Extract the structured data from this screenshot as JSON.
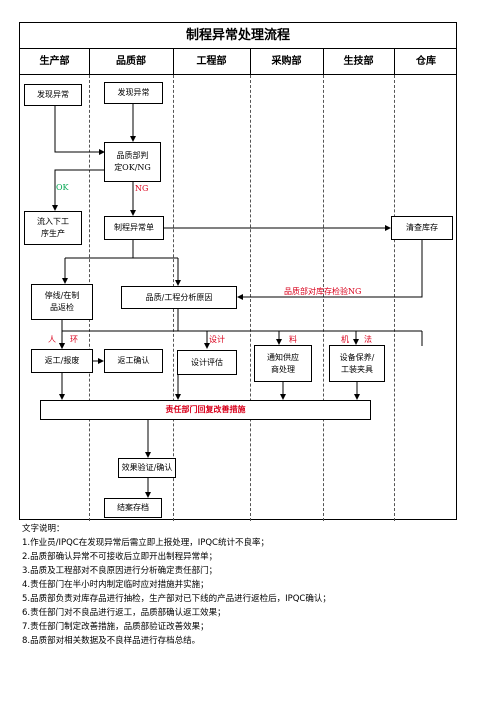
{
  "title": "制程异常处理流程",
  "departments": [
    "生产部",
    "品质部",
    "工程部",
    "采购部",
    "生技部",
    "仓库"
  ],
  "nodes": {
    "prod_found": "发现异常",
    "qa_found": "发现异常",
    "qa_judge": "品质部判\n定OK/NG",
    "flow_next": "流入下工\n序生产",
    "exception_form": "制程异常单",
    "check_stock": "清查库存",
    "stop_line": "停线/在制\n品返检",
    "analysis": "品质/工程分析原因",
    "rework": "返工/报废",
    "rework_confirm": "返工确认",
    "design_eval": "设计评估",
    "notify_supplier": "通知供应\n商处理",
    "equip_maintain": "设备保养/\n工装夹具",
    "responsible_reply": "责任部门回复改善措施",
    "effect_verify": "效果验证/确认",
    "archive": "结案存档"
  },
  "labels": {
    "ok": "OK",
    "ng": "NG",
    "stock_ng": "品质部对库存检验NG",
    "man": "人",
    "env": "环",
    "design": "设计",
    "material": "料",
    "machine": "机",
    "method": "法"
  },
  "notes_title": "文字说明：",
  "notes": [
    "1.作业员/IPQC在发现异常后需立即上报处理，IPQC统计不良率；",
    "2.品质部确认异常不可接收后立即开出制程异常单；",
    "3.品质及工程部对不良原因进行分析确定责任部门；",
    "4.责任部门在半小时内制定临时应对措施并实施；",
    "5.品质部负责对库存品进行抽检，生产部对已下线的产品进行返检后，IPQC确认；",
    "6.责任部门对不良品进行返工，品质部确认返工效果；",
    "7.责任部门制定改善措施，品质部验证改善效果；",
    "8.品质部对相关数据及不良样品进行存档总结。"
  ]
}
